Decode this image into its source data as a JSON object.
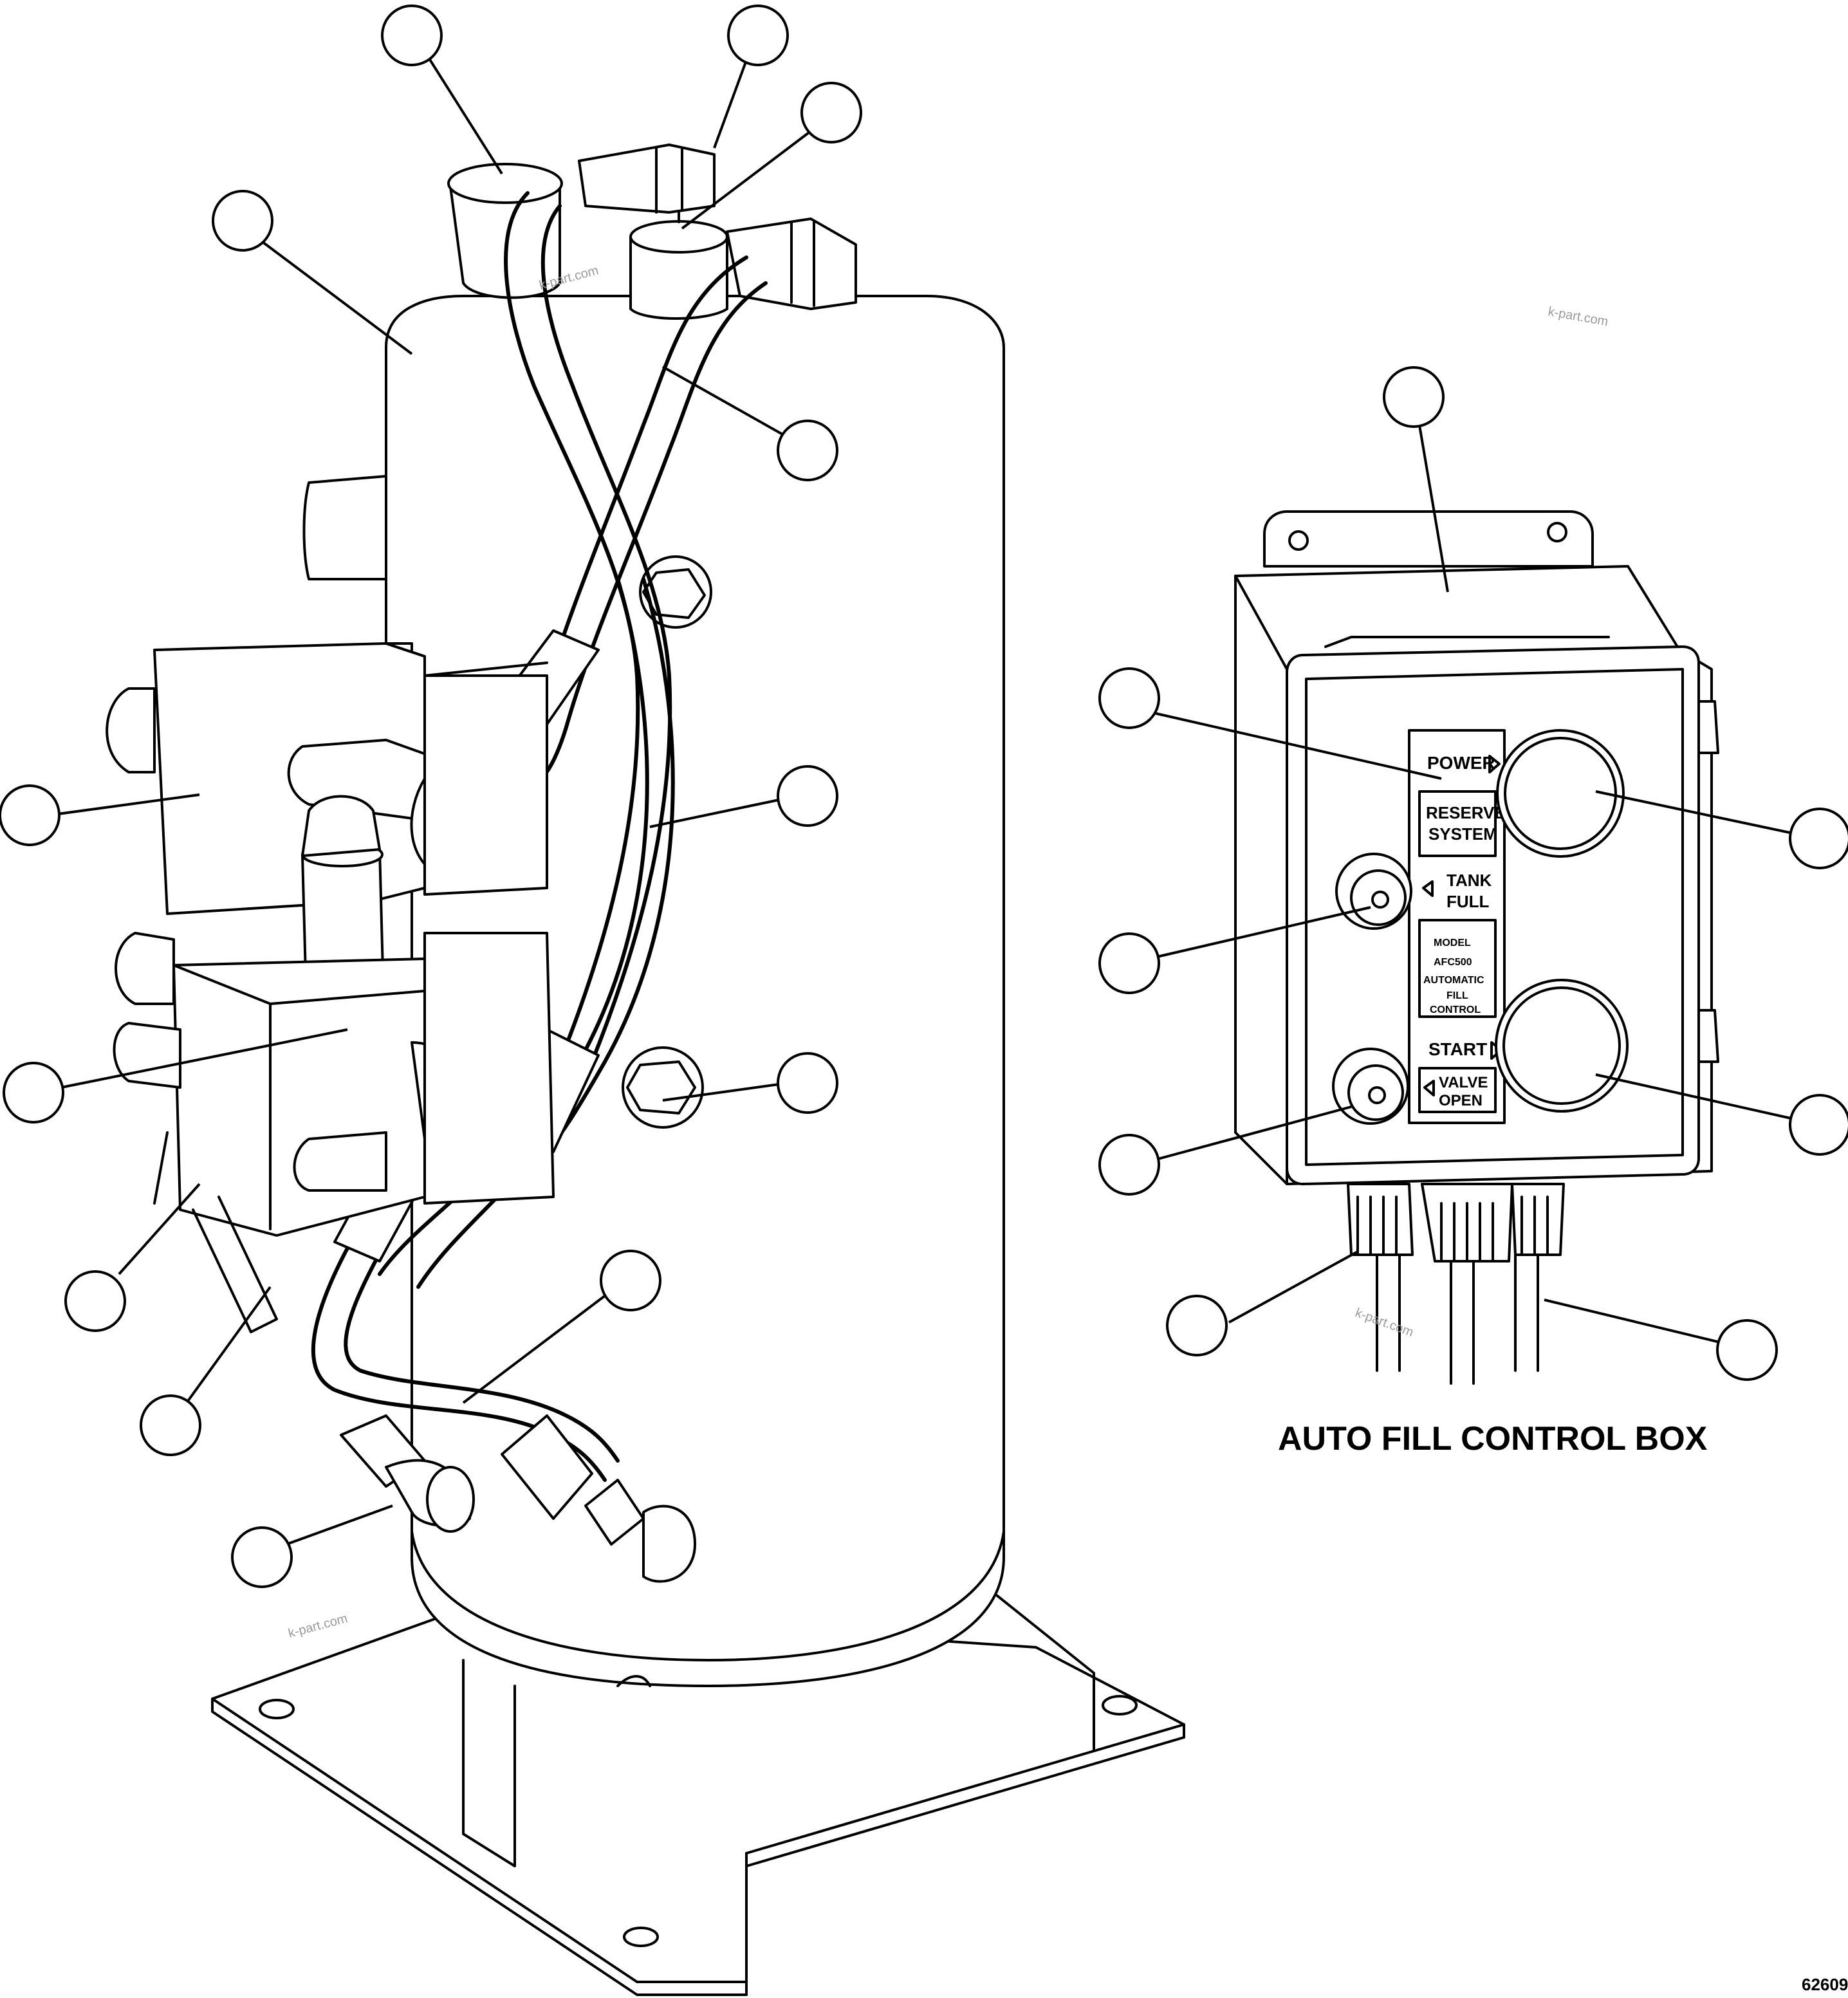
{
  "panel_labels": {
    "power": "POWER",
    "reserve_system": [
      "RESERVE",
      "SYSTEM"
    ],
    "tank_full": [
      "TANK",
      "FULL"
    ],
    "model": [
      "MODEL",
      "AFC500",
      "AUTOMATIC",
      "FILL",
      "CONTROL"
    ],
    "start": "START",
    "valve_open": [
      "VALVE",
      "OPEN"
    ]
  },
  "caption": "AUTO FILL CONTROL BOX",
  "figure_number": "62609",
  "watermark": "k-part.com"
}
